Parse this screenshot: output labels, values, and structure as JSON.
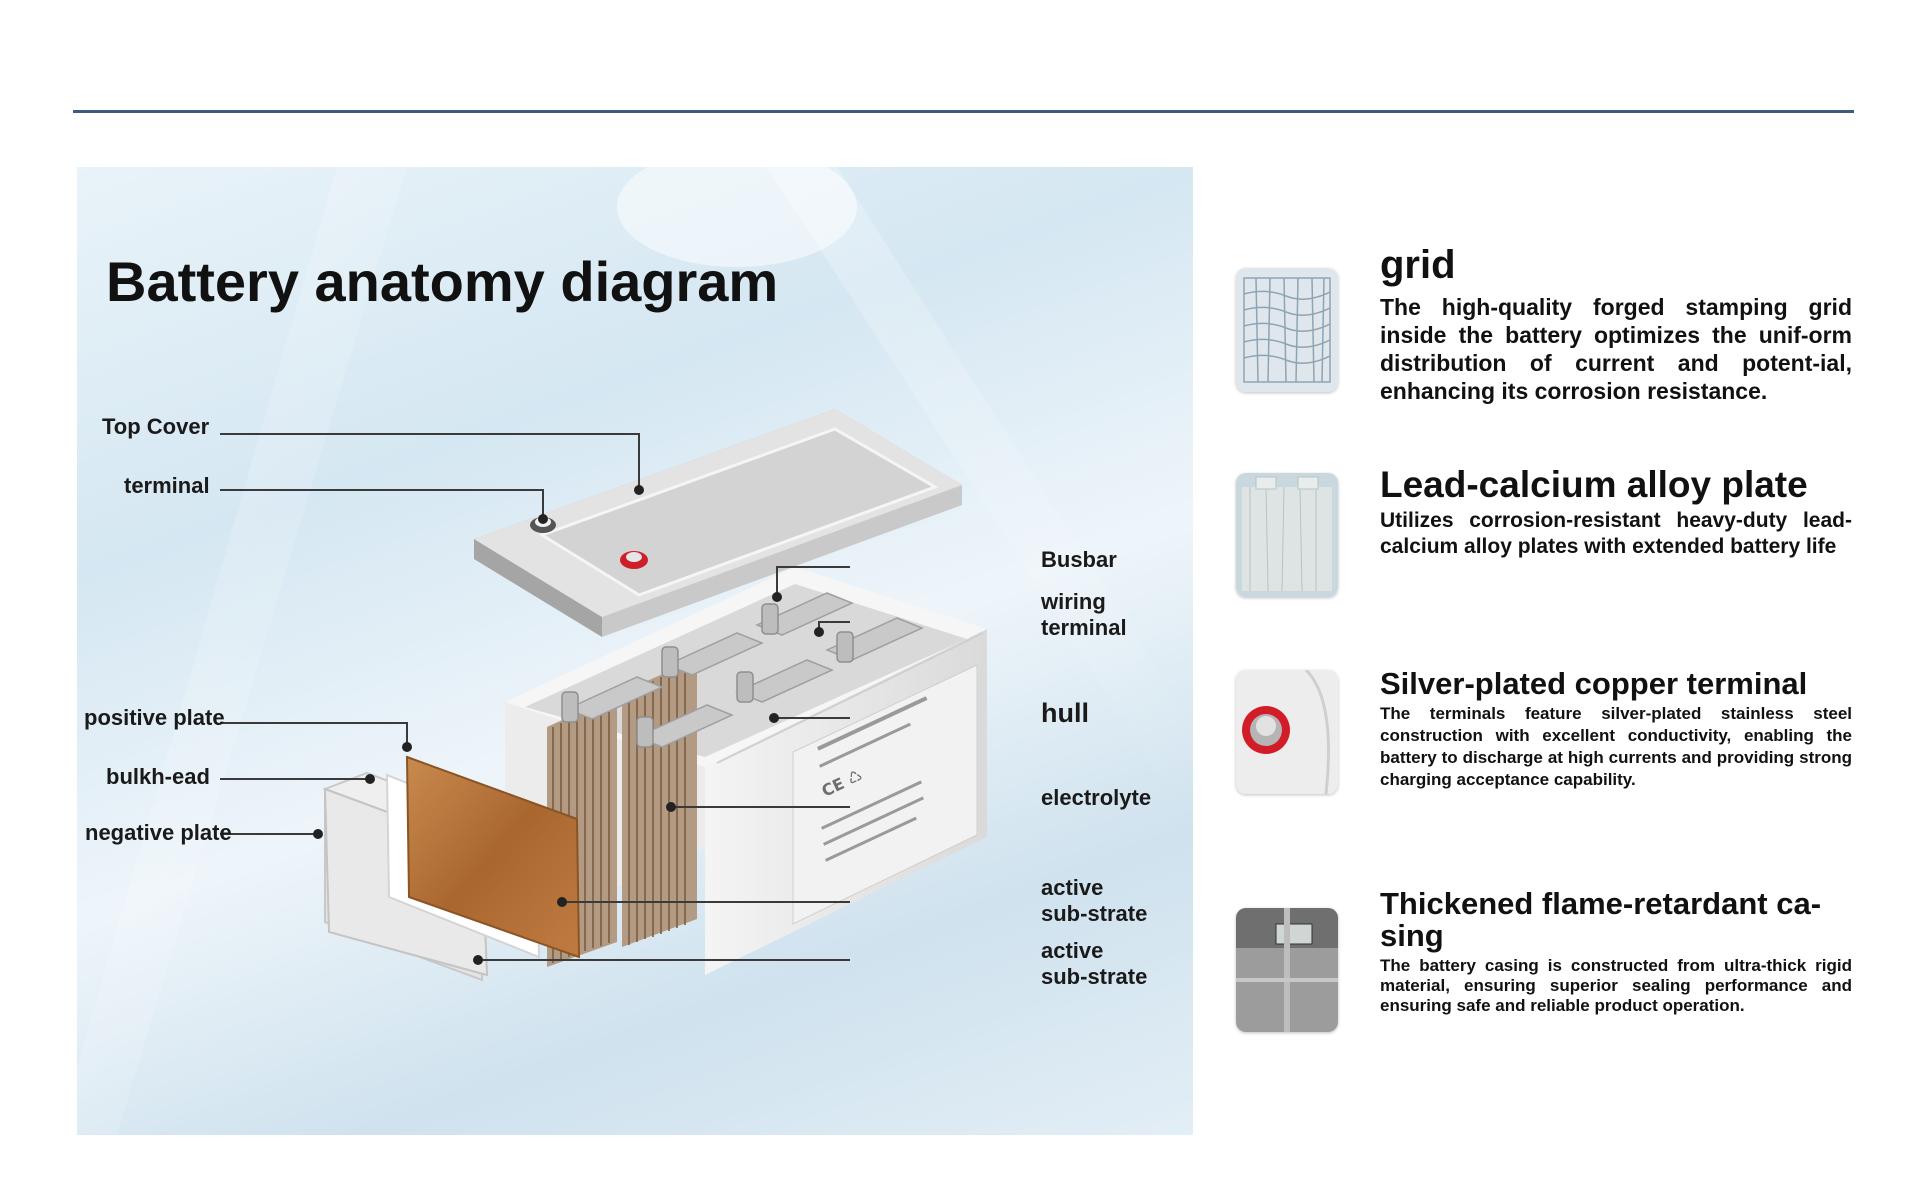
{
  "diagram": {
    "title": "Battery anatomy diagram",
    "left_labels": {
      "top_cover": "Top  Cover",
      "terminal": "terminal",
      "positive_plate": "positive plate",
      "bulkhead": "bulkh-ead",
      "negative_plate": "negative plate"
    },
    "right_labels": {
      "busbar": "Busbar",
      "wiring_terminal_1": "wiring",
      "wiring_terminal_2": "terminal",
      "hull": "hull",
      "electrolyte": "electrolyte",
      "active_substrate_a_1": "active",
      "active_substrate_a_2": "sub-strate",
      "active_substrate_b_1": "active",
      "active_substrate_b_2": "sub-strate"
    }
  },
  "features": [
    {
      "icon": "grid-thumbnail",
      "title": "grid",
      "description": "The high-quality forged stamping grid inside the battery optimizes the unif-orm distribution of current and potent-ial, enhancing its corrosion resistance."
    },
    {
      "icon": "alloy-plate-thumbnail",
      "title": "Lead-calcium alloy plate",
      "description": "Utilizes corrosion-resistant heavy-duty lead-calcium alloy plates with extended battery life"
    },
    {
      "icon": "copper-terminal-thumbnail",
      "title": "Silver-plated copper terminal",
      "description": "The terminals feature silver-plated stainless steel construction with excellent conductivity, enabling the battery to discharge at high currents and providing strong charging acceptance capability."
    },
    {
      "icon": "casing-thumbnail",
      "title": "Thickened  flame-retardant ca-sing",
      "description": "The battery casing is constructed from ultra-thick rigid material, ensuring superior sealing performance and ensuring safe and reliable product operation."
    }
  ],
  "colors": {
    "rule": "#3d5a80",
    "positive_plate": "#b0703a",
    "terminal_red": "#cc1f2a"
  }
}
